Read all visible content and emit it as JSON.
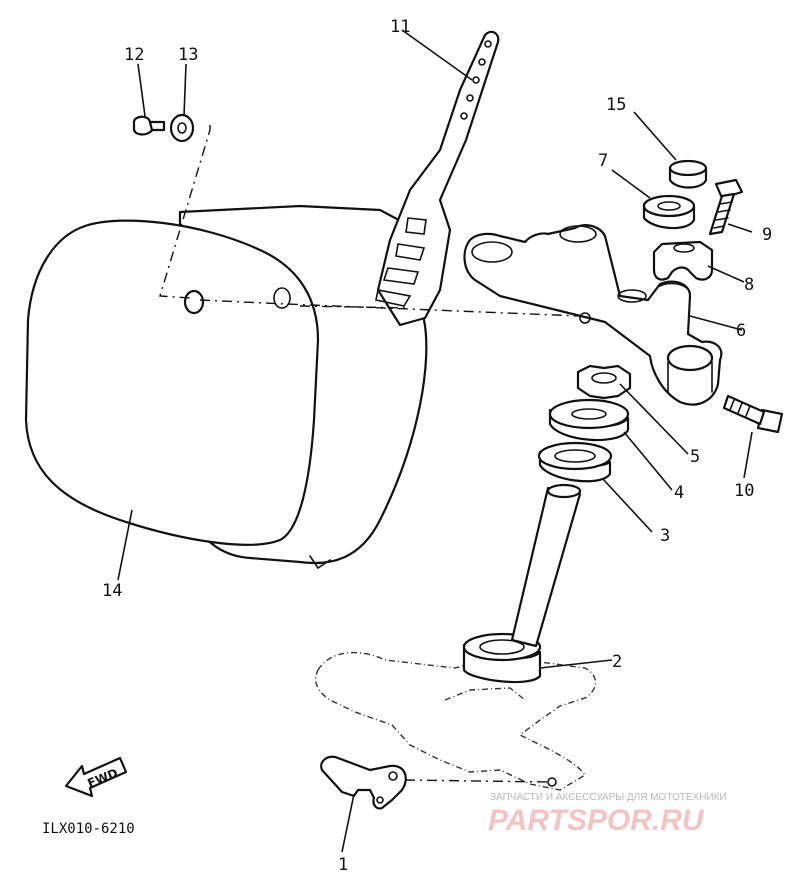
{
  "diagram": {
    "drawing_code": "ILX010-6210",
    "fwd_label": "FWD",
    "watermark": {
      "tagline": "ЗАПЧАСТИ И АКСЕССУАРЫ ДЛЯ МОТОТЕХНИКИ",
      "site": "PARTSPOR.RU"
    },
    "part_numbers": {
      "p1": "1",
      "p2": "2",
      "p3": "3",
      "p4": "4",
      "p5": "5",
      "p6": "6",
      "p7": "7",
      "p8": "8",
      "p9": "9",
      "p10": "10",
      "p11": "11",
      "p12": "12",
      "p13": "13",
      "p14": "14",
      "p15": "15"
    },
    "colors": {
      "line": "#111111",
      "watermark": "#e05a5a"
    }
  }
}
